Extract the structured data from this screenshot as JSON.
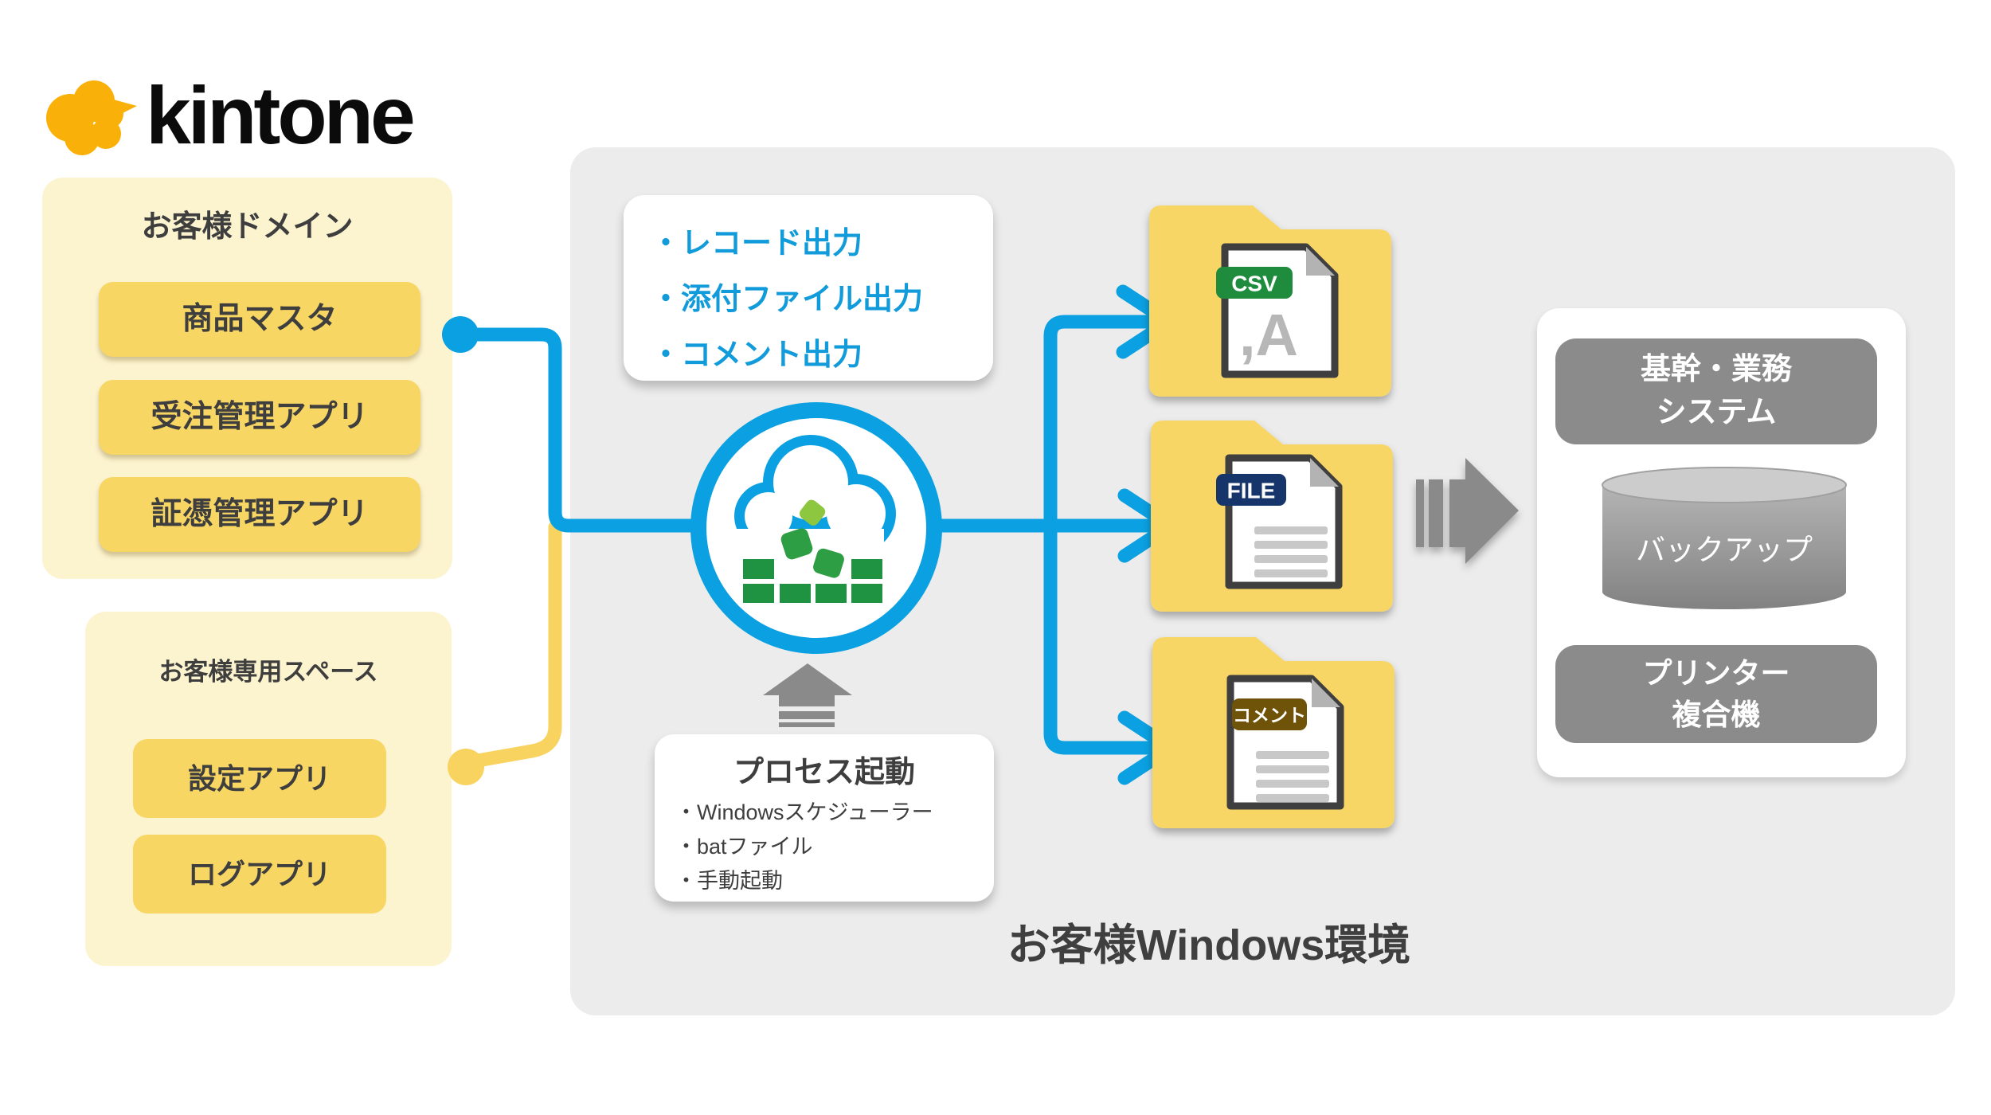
{
  "logo": {
    "text": "kintone"
  },
  "domain_panel": {
    "title": "お客様ドメイン",
    "apps": [
      "商品マスタ",
      "受注管理アプリ",
      "証憑管理アプリ"
    ]
  },
  "space_panel": {
    "title": "お客様専用スペース",
    "apps": [
      "設定アプリ",
      "ログアプリ"
    ]
  },
  "output_callout": {
    "items": [
      "・レコード出力",
      "・添付ファイル出力",
      "・コメント出力"
    ]
  },
  "process_box": {
    "title": "プロセス起動",
    "items": [
      "・Windowsスケジューラー",
      "・batファイル",
      "・手動起動"
    ]
  },
  "folders": [
    {
      "badge": "CSV",
      "preview": ",A"
    },
    {
      "badge": "FILE"
    },
    {
      "badge": "コメント"
    }
  ],
  "target_panel": {
    "system": {
      "line1": "基幹・業務",
      "line2": "システム"
    },
    "backup": "バックアップ",
    "printer": {
      "line1": "プリンター",
      "line2": "複合機"
    }
  },
  "windows_env": {
    "label": "お客様Windows環境"
  },
  "colors": {
    "accent_blue": "#0aa0e1",
    "kintone_yellow": "#f9b10a",
    "panel_yellow_light": "#fcf3cf",
    "box_yellow": "#f8d663",
    "env_panel_gray": "#ececec",
    "device_gray": "#8b8b8b",
    "csv_badge_green": "#1e8b3d",
    "file_badge_navy": "#16356b",
    "comment_badge_brown": "#6e5308",
    "brick_green": "#1f9342",
    "seed_green_light": "#8dc63f"
  }
}
